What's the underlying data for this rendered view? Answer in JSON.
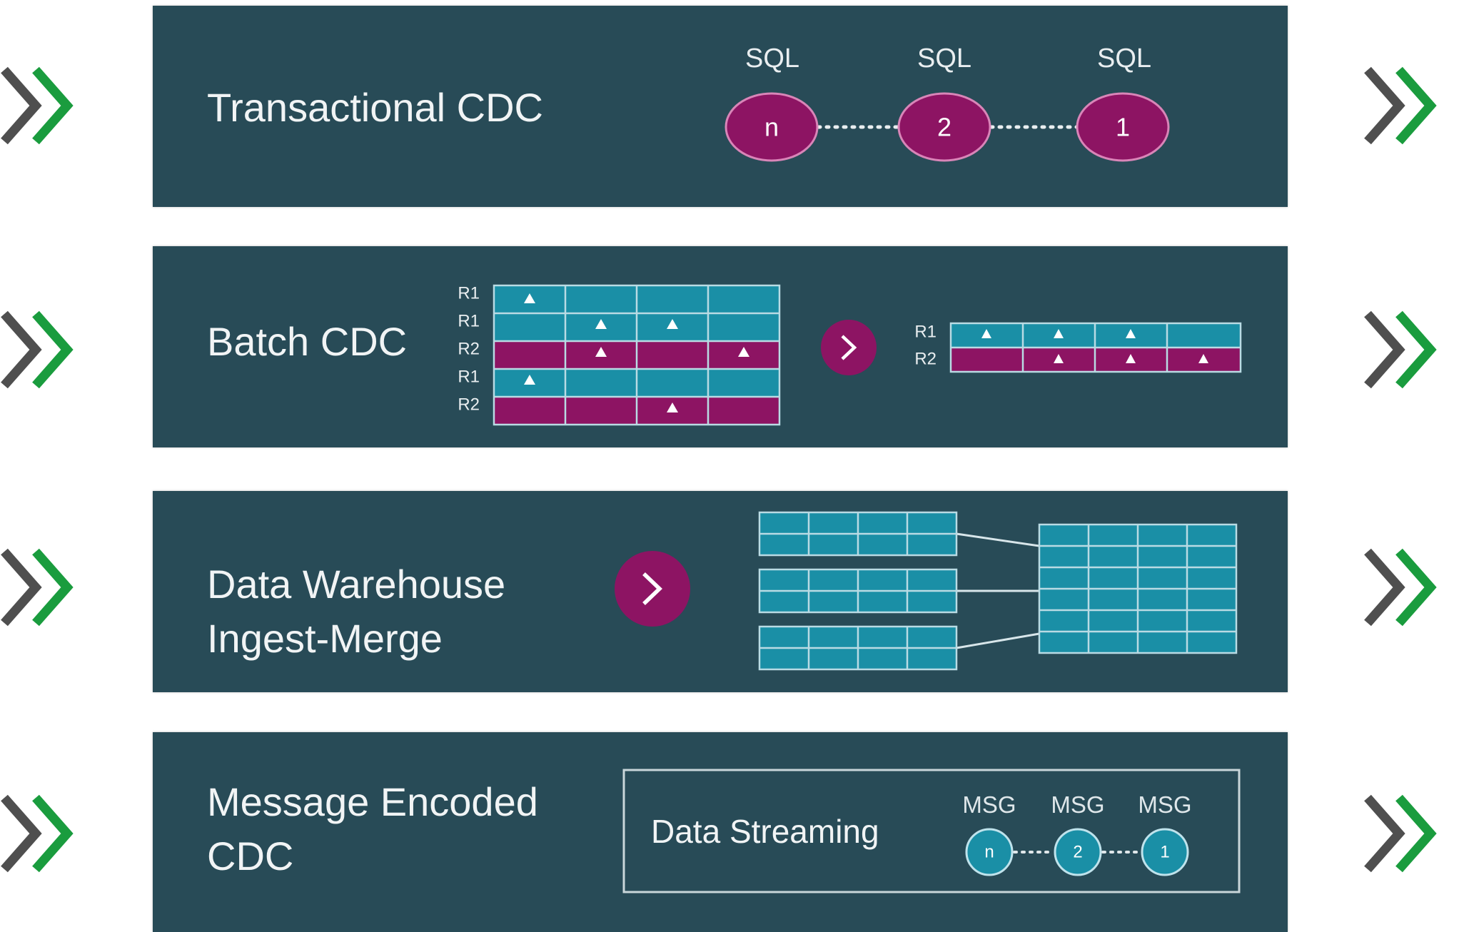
{
  "panels": [
    {
      "title": "Transactional CDC",
      "sql_labels": [
        "SQL",
        "SQL",
        "SQL"
      ],
      "nodes": [
        "n",
        "2",
        "1"
      ]
    },
    {
      "title": "Batch CDC",
      "left_rows": [
        "R1",
        "R1",
        "R2",
        "R1",
        "R2"
      ],
      "right_rows": [
        "R1",
        "R2"
      ]
    },
    {
      "title": "Data Warehouse\nIngest-Merge"
    },
    {
      "title": "Message Encoded\nCDC",
      "stream_label": "Data Streaming",
      "msg_labels": [
        "MSG",
        "MSG",
        "MSG"
      ],
      "nodes": [
        "n",
        "2",
        "1"
      ]
    }
  ],
  "colors": {
    "panel_bg": "#284b57",
    "magenta": "#8d1463",
    "teal": "#1a8fa6",
    "chevron_gray": "#4f4f4f",
    "chevron_green": "#1a9c3e"
  },
  "icons": {
    "side": "double-chevron-right-icon",
    "arrow": "chevron-right-icon",
    "delta": "triangle-icon"
  }
}
